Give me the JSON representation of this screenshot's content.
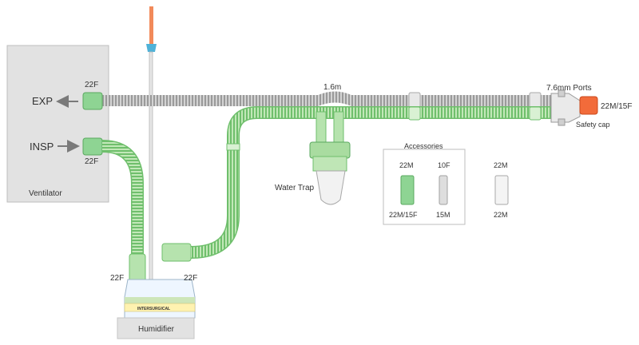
{
  "ventilator": {
    "label": "Ventilator",
    "exp_label": "EXP",
    "insp_label": "INSP"
  },
  "humidifier": {
    "label": "Humidifier",
    "brand": "INTERSURGICAL"
  },
  "connectors": {
    "exp_port": "22F",
    "insp_port": "22F",
    "humidifier_left": "22F",
    "humidifier_right": "22F",
    "patient_end": "22M/15F"
  },
  "circuit": {
    "length": "1.6m",
    "ports": "7.6mm Ports",
    "safety_cap": "Safety cap",
    "water_trap": "Water Trap"
  },
  "accessories": {
    "title": "Accessories",
    "items": [
      {
        "top": "22M",
        "bottom": "22M/15F",
        "color": "green"
      },
      {
        "top": "10F",
        "bottom": "15M",
        "color": "grey"
      },
      {
        "top": "22M",
        "bottom": "22M",
        "color": "white"
      }
    ]
  },
  "colors": {
    "tube_green": "#a9dca0",
    "tube_grey": "#c9c9c9",
    "connector_green": "#7ecf85",
    "safety_cap_orange": "#f26b3a",
    "panel_grey": "#e2e2e2"
  }
}
